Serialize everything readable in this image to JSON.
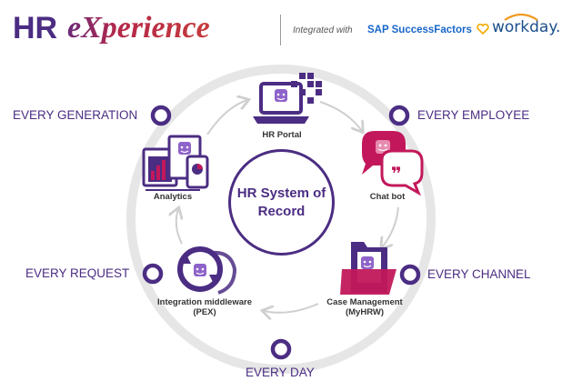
{
  "header": {
    "brand_hr": "HR",
    "brand_experience": "eXperience",
    "integrated_with": "Integrated with",
    "partner_1": "SAP SuccessFactors",
    "partner_2": "workday."
  },
  "center": {
    "title": "HR System of Record"
  },
  "nodes": [
    {
      "label": "HR Portal",
      "icon": "laptop-icon"
    },
    {
      "label": "Chat bot",
      "icon": "chat-bubbles-icon"
    },
    {
      "label": "Case Management\n(MyHRW)",
      "icon": "folder-icon"
    },
    {
      "label": "Integration middleware\n(PEX)",
      "icon": "sync-arrows-icon"
    },
    {
      "label": "Analytics",
      "icon": "devices-icon"
    }
  ],
  "outer_labels": {
    "generation": "EVERY GENERATION",
    "employee": "EVERY EMPLOYEE",
    "channel": "EVERY CHANNEL",
    "day": "EVERY DAY",
    "request": "EVERY REQUEST"
  },
  "colors": {
    "purple": "#4b2d83",
    "pink": "#c2185b",
    "ring_gray": "#e6e6e6",
    "sap_blue": "#1766c9",
    "workday_blue": "#1b4f8c",
    "workday_orange": "#f19a1e"
  }
}
